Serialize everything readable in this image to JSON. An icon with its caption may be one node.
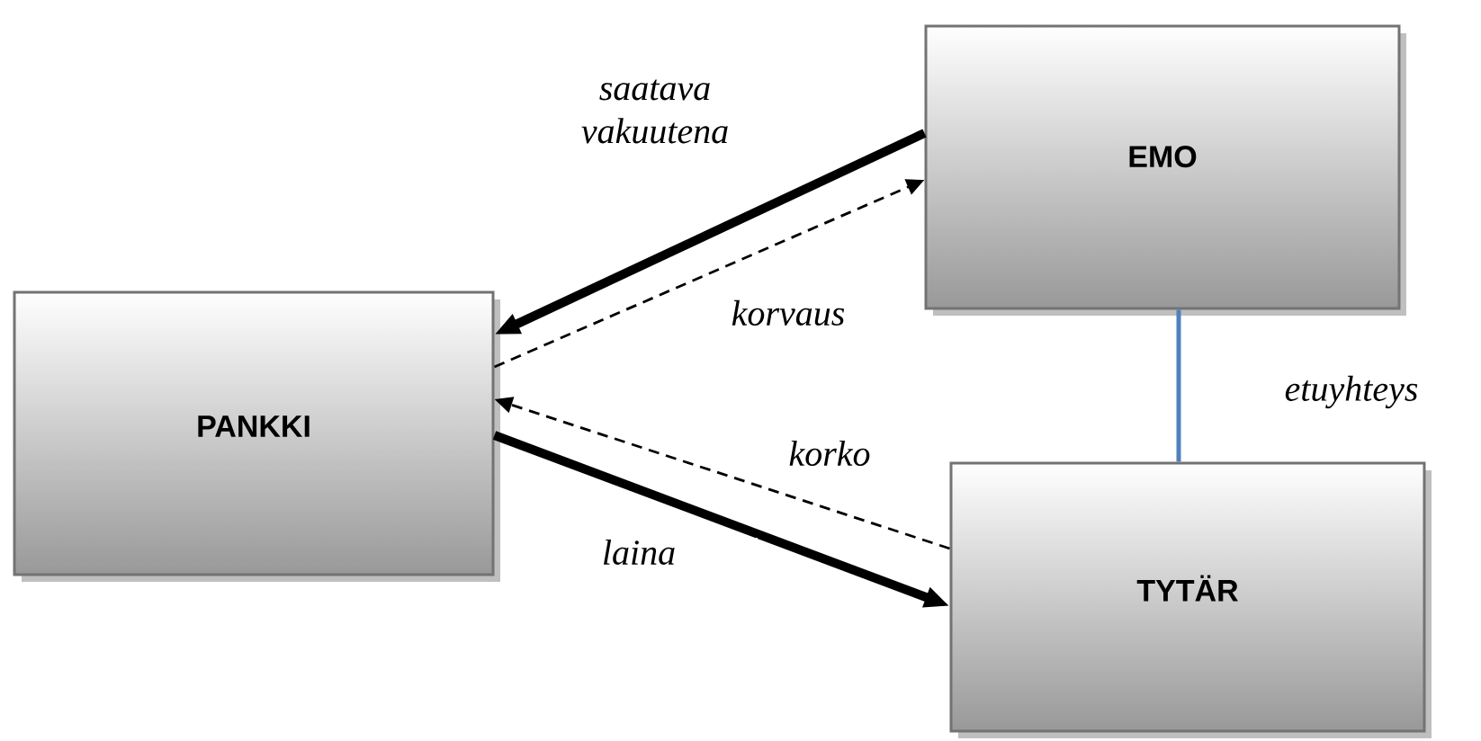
{
  "diagram": {
    "nodes": [
      {
        "text": [
          "EMO"
        ]
      },
      {
        "text": [
          "PANKKI"
        ]
      },
      {
        "text": [
          "TYTÄR"
        ]
      }
    ],
    "edges": [
      {
        "from": 0,
        "to": 1,
        "arrow": "to",
        "style": "thick",
        "label": "saatava vakuutena"
      },
      {
        "from": 1,
        "to": 0,
        "arrow": "to",
        "style": "dashed",
        "label": "korvaus"
      },
      {
        "from": 2,
        "to": 1,
        "arrow": "to",
        "style": "dashed",
        "label": "korko"
      },
      {
        "from": 1,
        "to": 2,
        "arrow": "to",
        "style": "thick",
        "label": "laina"
      },
      {
        "from": 0,
        "to": 2,
        "arrow": "none",
        "color": "#4f81bd",
        "label": "etuyhteys"
      }
    ]
  }
}
